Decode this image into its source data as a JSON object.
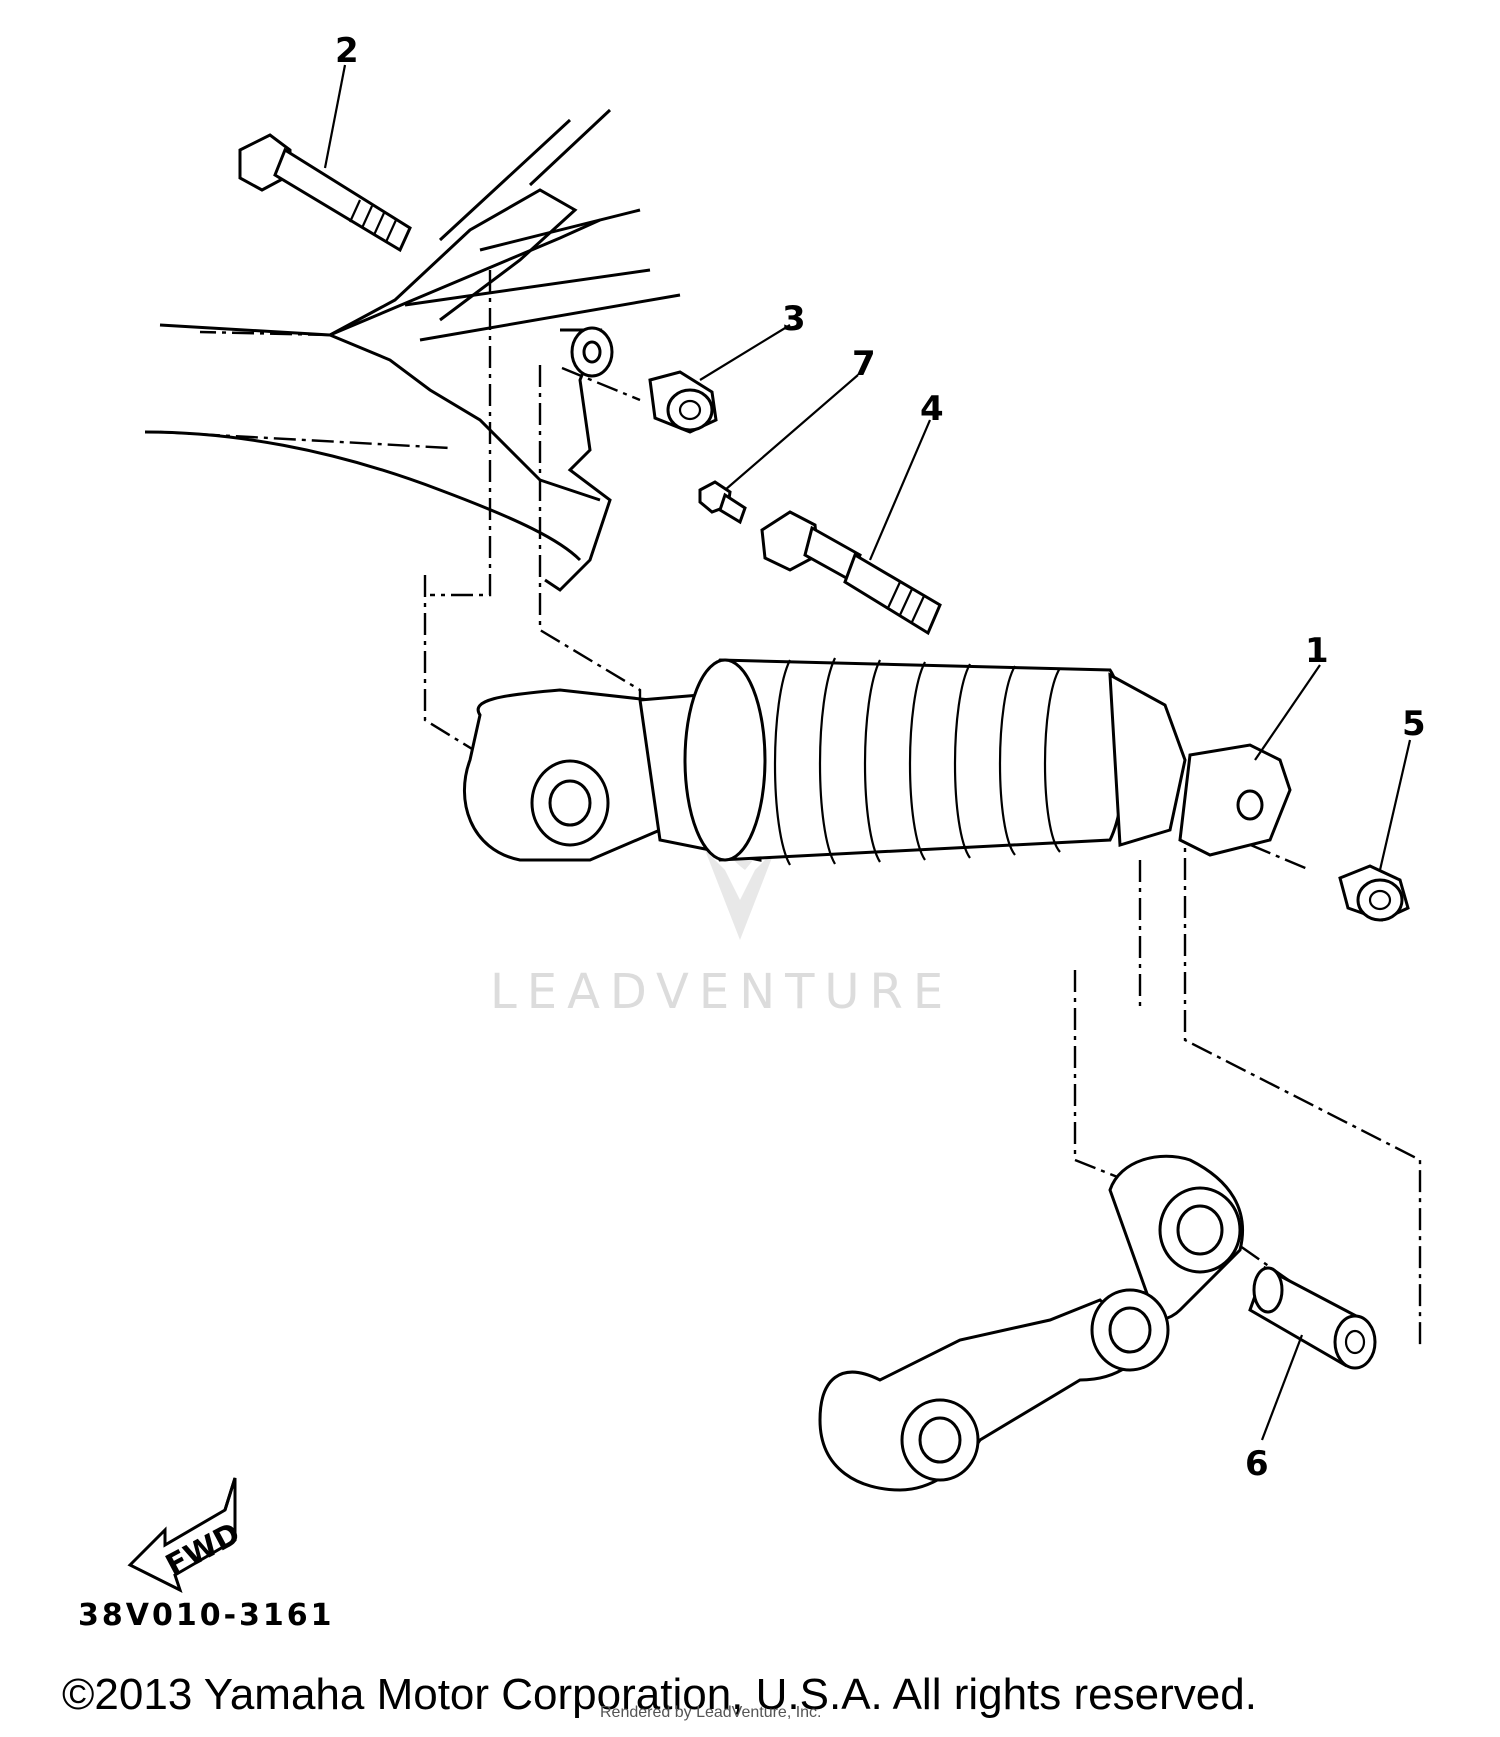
{
  "diagram": {
    "callouts": {
      "c1": "1",
      "c2": "2",
      "c3": "3",
      "c4": "4",
      "c5": "5",
      "c6": "6",
      "c7": "7"
    },
    "direction_indicator": "FWD",
    "drawing_code": "38V010-3161"
  },
  "watermark": {
    "brand": "LEADVENTURE"
  },
  "footer": {
    "copyright": "©2013 Yamaha Motor Corporation, U.S.A. All rights reserved.",
    "rendered_by": "Rendered by LeadVenture, Inc."
  }
}
